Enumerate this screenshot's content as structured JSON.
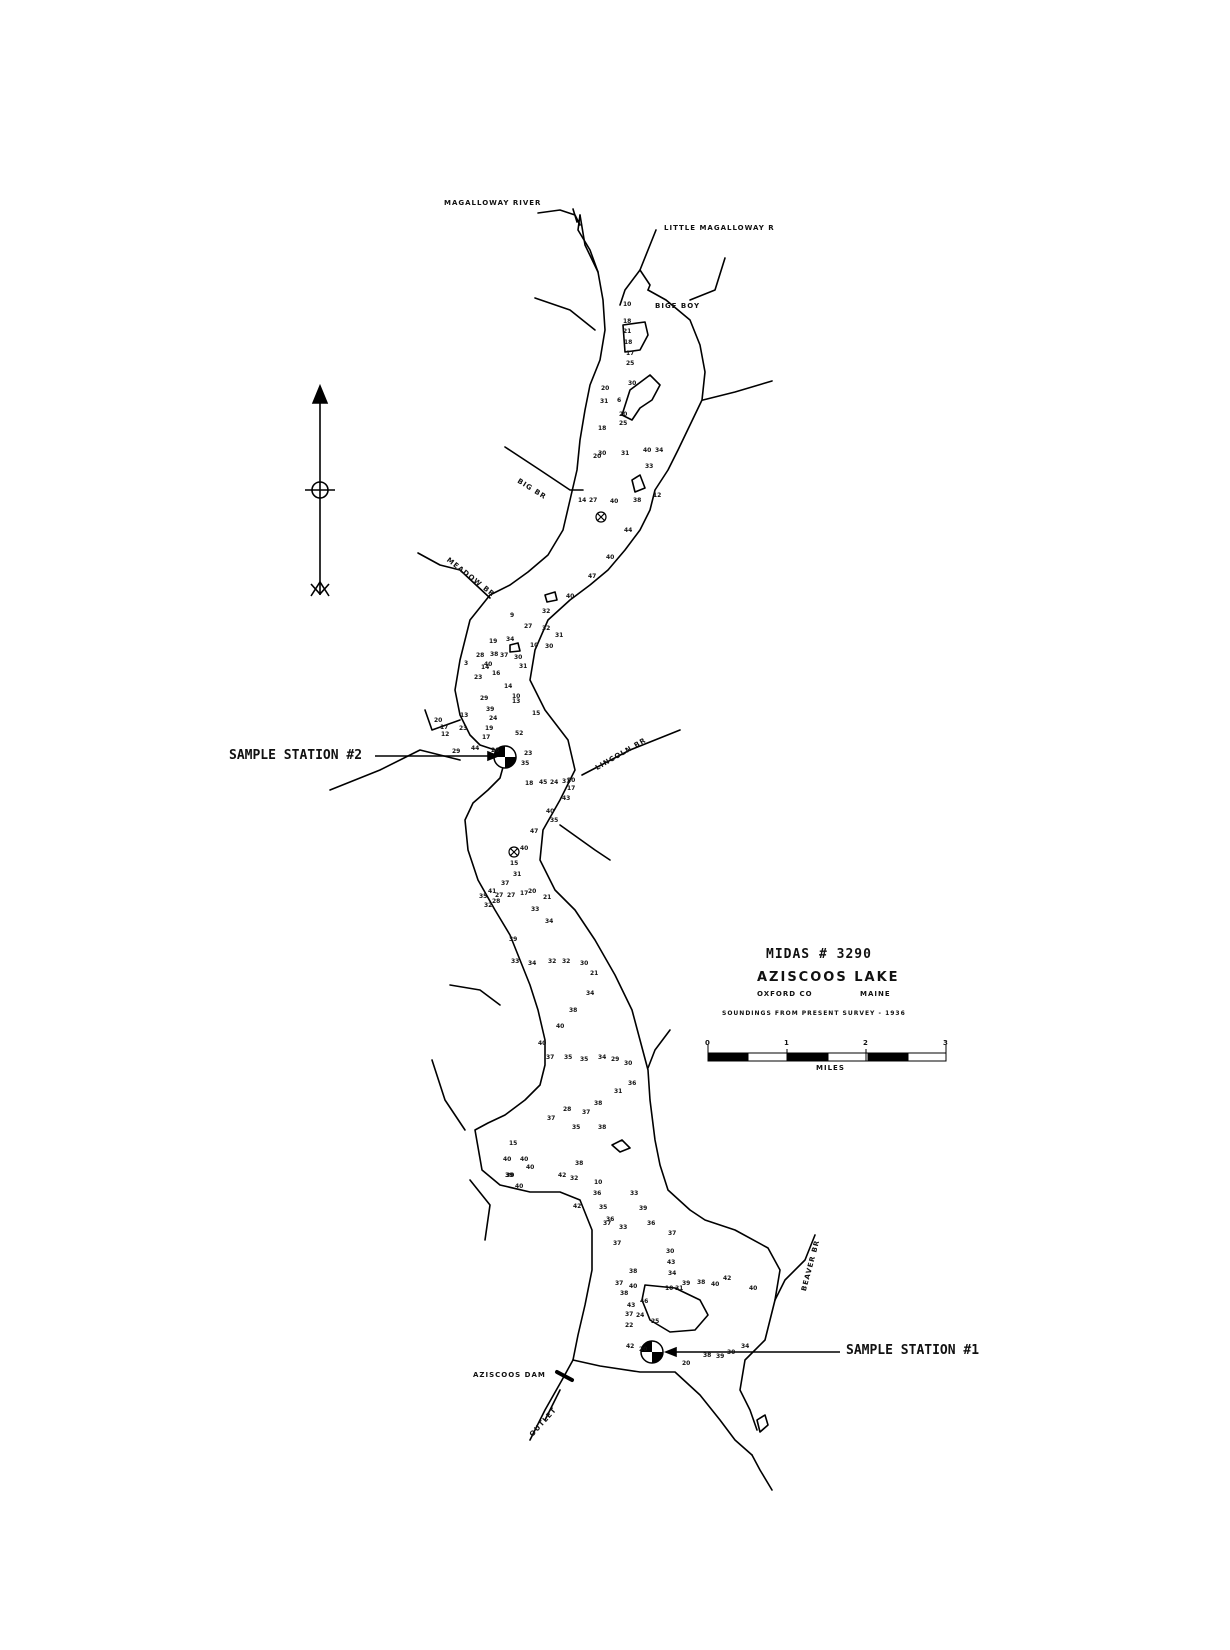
{
  "legend": {
    "midas": "MIDAS # 3290",
    "lake_name": "AZISCOOS LAKE",
    "county": "OXFORD CO",
    "state": "MAINE",
    "survey_note": "SOUNDINGS FROM PRESENT SURVEY - 1936"
  },
  "scale_bar": {
    "ticks": [
      "0",
      "1",
      "2",
      "3"
    ],
    "unit": "MILES"
  },
  "stations": [
    {
      "label": "SAMPLE STATION #2"
    },
    {
      "label": "SAMPLE STATION #1"
    }
  ],
  "tributaries": {
    "magalloway_river": "MAGALLOWAY RIVER",
    "little_magalloway": "LITTLE MAGALLOWAY R",
    "big_brook": "BIG BR",
    "meadow_brook": "MEADOW BR",
    "lincoln_brook": "LINCOLN BR",
    "beaver_brook": "BEAVER BR",
    "big_buoy": "BIGE BOY",
    "dam": "AZISCOOS DAM",
    "outlet": "OUTLET"
  },
  "soundings": [
    "10",
    "18",
    "21",
    "18",
    "17",
    "25",
    "20",
    "30",
    "31",
    "6",
    "20",
    "25",
    "18",
    "20",
    "30",
    "31",
    "40",
    "34",
    "33",
    "14",
    "27",
    "40",
    "38",
    "12",
    "44",
    "40",
    "47",
    "40",
    "32",
    "9",
    "27",
    "32",
    "31",
    "19",
    "34",
    "10",
    "30",
    "28",
    "38",
    "37",
    "30",
    "31",
    "40",
    "3",
    "14",
    "16",
    "23",
    "14",
    "29",
    "10",
    "13",
    "39",
    "24",
    "15",
    "13",
    "23",
    "19",
    "17",
    "26",
    "52",
    "20",
    "17",
    "12",
    "29",
    "44",
    "23",
    "35",
    "18",
    "45",
    "24",
    "31",
    "20",
    "17",
    "43",
    "40",
    "35",
    "47",
    "40",
    "15",
    "31",
    "37",
    "41",
    "27",
    "35",
    "32",
    "28",
    "27",
    "17",
    "20",
    "21",
    "33",
    "34",
    "39",
    "33",
    "34",
    "32",
    "32",
    "30",
    "21",
    "34",
    "38",
    "40",
    "40",
    "37",
    "35",
    "35",
    "34",
    "29",
    "30",
    "36",
    "31",
    "38",
    "37",
    "28",
    "37",
    "35",
    "38",
    "15",
    "40",
    "40",
    "39",
    "40",
    "42",
    "38",
    "30",
    "32",
    "10",
    "36",
    "40",
    "33",
    "42",
    "35",
    "39",
    "36",
    "37",
    "33",
    "37",
    "36",
    "37",
    "30",
    "43",
    "34",
    "38",
    "37",
    "40",
    "46",
    "10",
    "31",
    "39",
    "38",
    "40",
    "42",
    "40",
    "38",
    "43",
    "37",
    "24",
    "22",
    "25",
    "20",
    "42",
    "20",
    "38",
    "39",
    "30",
    "34"
  ]
}
